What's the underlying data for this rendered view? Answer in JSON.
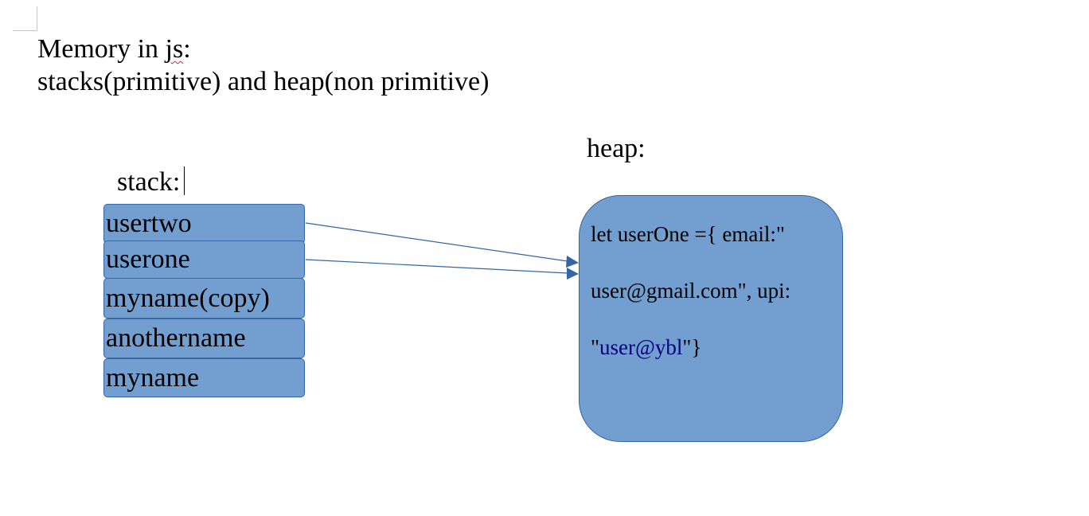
{
  "document": {
    "title_line1_prefix": "Memory in ",
    "title_line1_js": "js",
    "title_line1_suffix": ":",
    "title_line2": "stacks(primitive) and heap(non primitive)"
  },
  "diagram": {
    "stack_label": "stack:",
    "heap_label": "heap:",
    "stack_items": [
      "usertwo",
      "userone",
      "myname(copy)",
      "anothername",
      "myname"
    ],
    "heap_content": {
      "line1": "let userOne ={ email:\"",
      "line2": "user@gmail.com\", upi:",
      "line3_open_quote": "\"",
      "line3_link": "user@ybl",
      "line3_close": "\"}"
    },
    "colors": {
      "box_fill": "#729fcf",
      "box_border": "#3465a4",
      "arrow": "#3465a4",
      "link_text": "#000080",
      "spellcheck": "#dd2222"
    }
  }
}
